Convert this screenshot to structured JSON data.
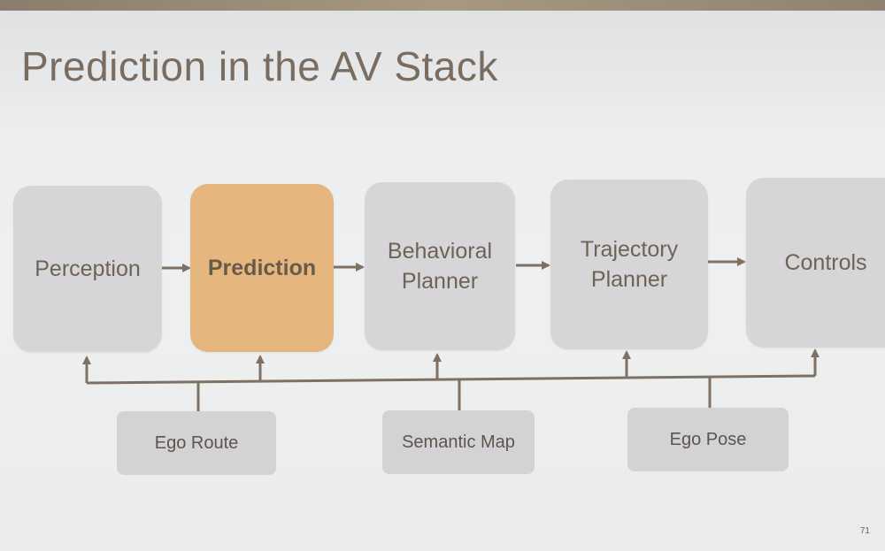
{
  "slide": {
    "title": "Prediction in the AV Stack",
    "page_number": "71"
  },
  "diagram": {
    "nodes": [
      {
        "id": "perception",
        "label": "Perception",
        "highlighted": false
      },
      {
        "id": "prediction",
        "label": "Prediction",
        "highlighted": true
      },
      {
        "id": "behavioral_planner",
        "label": "Behavioral\nPlanner",
        "highlighted": false
      },
      {
        "id": "trajectory_planner",
        "label": "Trajectory\nPlanner",
        "highlighted": false
      },
      {
        "id": "controls",
        "label": "Controls",
        "highlighted": false
      }
    ],
    "inputs": [
      {
        "id": "ego_route",
        "label": "Ego Route"
      },
      {
        "id": "semantic_map",
        "label": "Semantic Map"
      },
      {
        "id": "ego_pose",
        "label": "Ego Pose"
      }
    ],
    "edges": [
      [
        "perception",
        "prediction"
      ],
      [
        "prediction",
        "behavioral_planner"
      ],
      [
        "behavioral_planner",
        "trajectory_planner"
      ],
      [
        "trajectory_planner",
        "controls"
      ]
    ],
    "colors": {
      "title": "#7a6c5f",
      "node_fill": "#d6d6d8",
      "highlight_fill": "#e5b77e",
      "line": "#7f7064"
    }
  }
}
